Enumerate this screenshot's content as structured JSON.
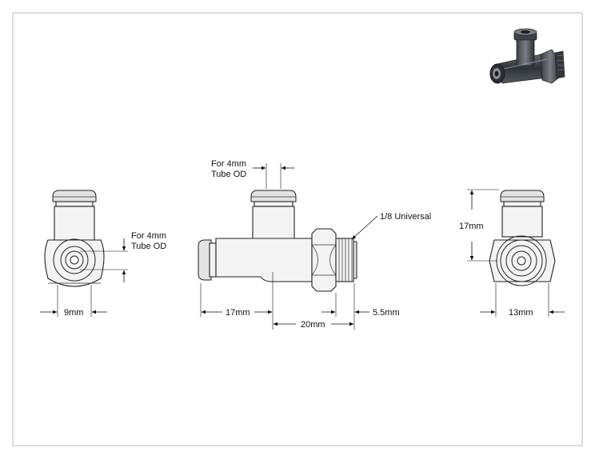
{
  "labels": {
    "left_tube_line1": "For 4mm",
    "left_tube_line2": "Tube OD",
    "left_width": "9mm",
    "top_tube_line1": "For 4mm",
    "top_tube_line2": "Tube OD",
    "thread": "1/8 Universal",
    "front_left_length": "17mm",
    "front_center_length": "20mm",
    "front_thread_length": "5.5mm",
    "right_height": "17mm",
    "right_width": "13mm"
  },
  "colors": {
    "line": "#222222",
    "fill": "#f3f3f3",
    "render_body": "#3a3d42"
  }
}
